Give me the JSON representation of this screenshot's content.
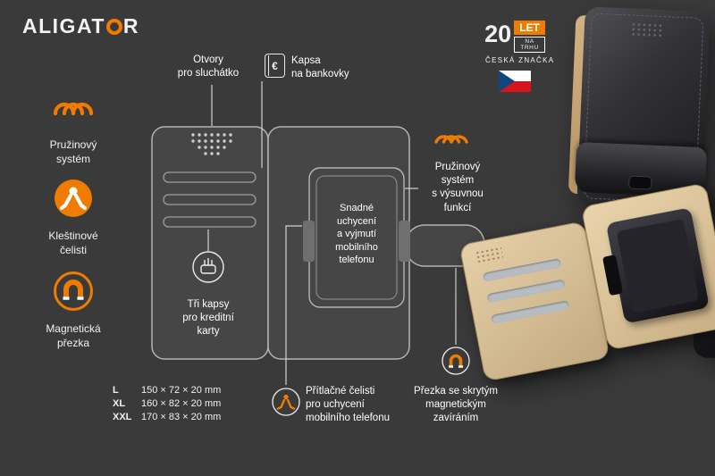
{
  "colors": {
    "background": "#3a3a3a",
    "accent_orange": "#ef7c00",
    "diagram_line": "#b4b4b4",
    "diagram_fill": "#464646",
    "text": "#ffffff",
    "case_leather_black": "#1b1b1e",
    "case_lining_beige": "#c9ae83",
    "flag_white": "#ffffff",
    "flag_red": "#d7141a",
    "flag_blue": "#11457e"
  },
  "header": {
    "logo_left": "ALIGAT",
    "logo_right": "R",
    "badge": {
      "number": "20",
      "let": "LET",
      "na_trhu": "NA TRHU",
      "subtitle": "ČESKÁ ZNAČKA"
    }
  },
  "features": [
    {
      "icon": "spring-coil-icon",
      "label": "Pružinový\nsystém"
    },
    {
      "icon": "clamp-jaws-icon",
      "label": "Kleštinové\nčelisti"
    },
    {
      "icon": "magnet-icon",
      "label": "Magnetická\npřezka"
    }
  ],
  "callouts": {
    "earpiece": "Otvory\npro sluchátko",
    "banknotes": "Kapsa\nna bankovky",
    "spring_function": "Pružinový\nsystém\ns výsuvnou\nfunkcí",
    "easy_mount": "Snadné\nuchycení\na vyjmutí\nmobilního\ntelefonu",
    "card_pockets": "Tři kapsy\npro kreditní\nkarty",
    "pressure_jaws": "Přítlačné čelisti\npro uchycení\nmobilního telefonu",
    "magnetic_clasp": "Přezka se skrytým\nmagnetickým\nzavíráním"
  },
  "icons": {
    "euro_symbol": "€",
    "diagram_icons": [
      "banknote-pocket-icon",
      "card-pocket-icon",
      "spring-function-icon",
      "pressure-jaws-icon",
      "magnet-clasp-icon"
    ]
  },
  "sizes": [
    {
      "label": "L",
      "dims": "150 × 72 × 20 mm"
    },
    {
      "label": "XL",
      "dims": "160 × 82 × 20 mm"
    },
    {
      "label": "XXL",
      "dims": "170 × 83 × 20 mm"
    }
  ]
}
